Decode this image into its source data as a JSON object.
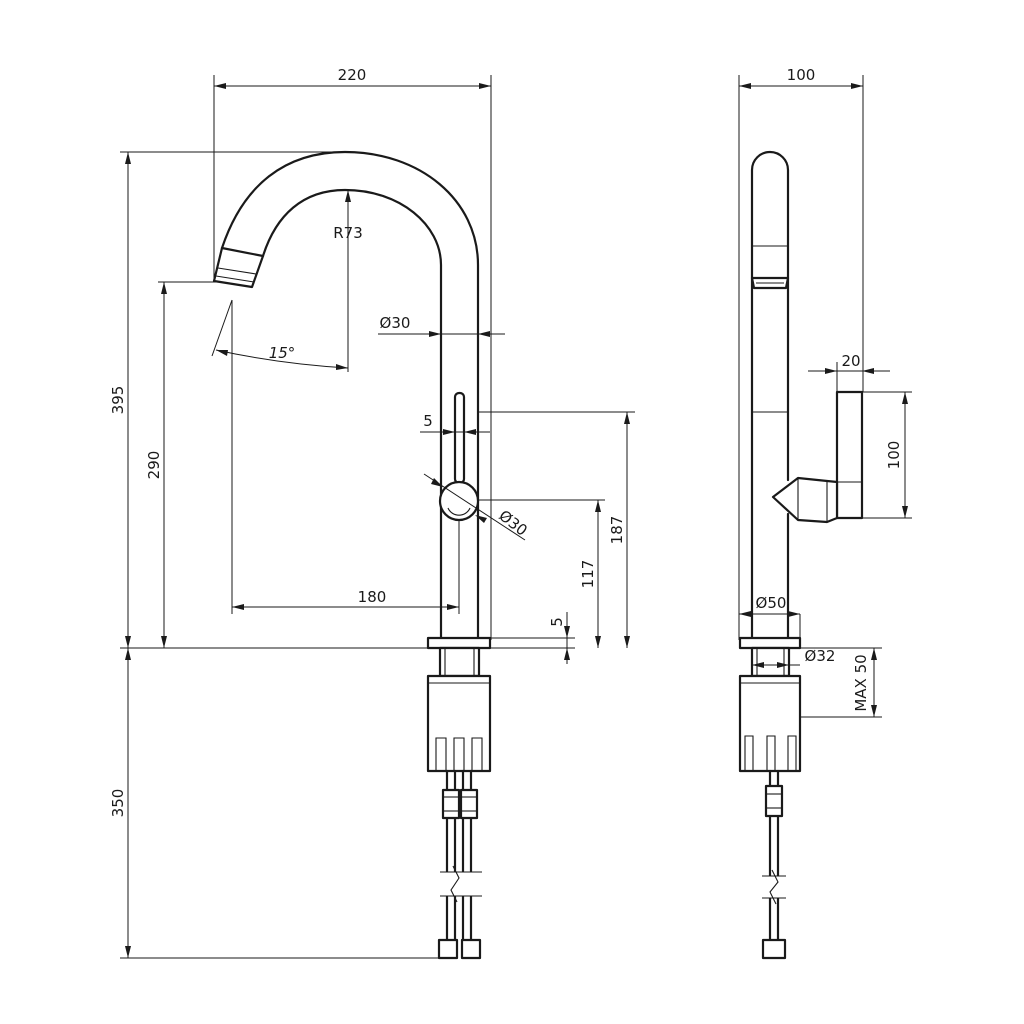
{
  "front_view": {
    "width_label": "220",
    "height_label": "395",
    "spout_height_label": "290",
    "radius_label": "R73",
    "angle_label": "15°",
    "body_diameter_label": "Ø30",
    "lever_offset_label": "5",
    "knob_diameter_label": "Ø30",
    "reach_label": "180",
    "base_plate_label": "5",
    "knob_height_label": "117",
    "lever_height_label": "187",
    "below_deck_label": "350"
  },
  "side_view": {
    "width_label": "100",
    "lever_width_label": "20",
    "lever_height_label": "100",
    "base_diameter_label": "Ø50",
    "shank_diameter_label": "Ø32",
    "max_thickness_label": "MAX 50"
  }
}
